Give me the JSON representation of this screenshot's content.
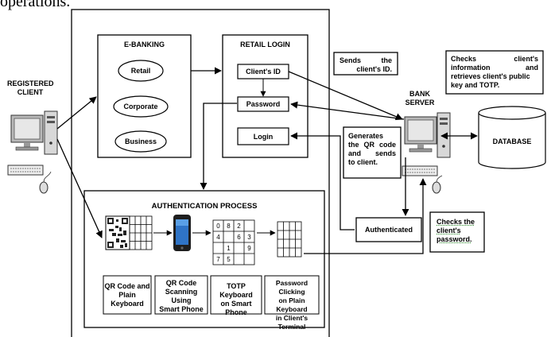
{
  "caption_fragment": "operations.",
  "registered_client": {
    "line1": "REGISTERED",
    "line2": "CLIENT"
  },
  "ebanking": {
    "title": "E-BANKING",
    "options": [
      "Retail",
      "Corporate",
      "Business"
    ]
  },
  "retail_login": {
    "title": "RETAIL LOGIN",
    "fields": [
      "Client's ID",
      "Password",
      "Login"
    ]
  },
  "bank_server": {
    "line1": "BANK",
    "line2": "SERVER"
  },
  "database": {
    "label": "DATABASE"
  },
  "authenticated": {
    "label": "Authenticated"
  },
  "notes": {
    "sends_id": {
      "line1": "Sends the",
      "line2": "client's ID."
    },
    "checks_info": {
      "line1": "Checks client's",
      "line2": "information and",
      "line3": "retrieves client's public",
      "line4": "key and TOTP."
    },
    "generates_qr": {
      "line1": "Generates",
      "line2": "the QR code",
      "line3": "and sends",
      "line4": "to client."
    },
    "checks_password": {
      "line1": "Checks the",
      "line2": "client's",
      "line3": "password."
    }
  },
  "auth_process": {
    "title": "AUTHENTICATION PROCESS",
    "totp_keys": [
      "0",
      "8",
      "2",
      "",
      "4",
      "",
      "6",
      "3",
      "",
      "1",
      "",
      "9",
      "7",
      "5",
      "",
      ""
    ],
    "steps": [
      {
        "line1": "QR Code and",
        "line2": "Plain Keyboard",
        "line3": ""
      },
      {
        "line1": "QR Code",
        "line2": "Scanning Using",
        "line3": "Smart Phone"
      },
      {
        "line1": "TOTP Keyboard",
        "line2": "on Smart Phone",
        "line3": ""
      },
      {
        "line1": "Password Clicking",
        "line2": "on Plain Keyboard",
        "line3": "in Client's Terminal"
      }
    ]
  }
}
